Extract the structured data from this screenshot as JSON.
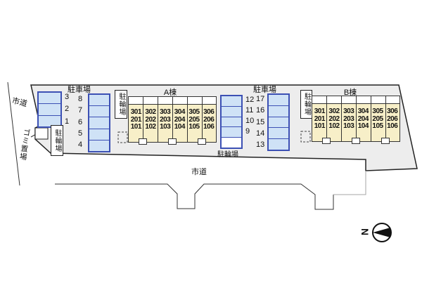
{
  "labels": {
    "road_left": "市道",
    "road_bottom": "市道",
    "garbage": "ゴミ置場",
    "parking_lot_left": "駐車場",
    "parking_lot_right": "駐車場",
    "bike_left": "駐輪場",
    "bike_a": "駐輪場",
    "bike_b": "駐輪場",
    "bike_mid": "駐輪場",
    "building_a": "A棟",
    "building_b": "B棟",
    "compass": "N"
  },
  "parking": {
    "group1": [
      "3",
      "2",
      "1"
    ],
    "group2": [
      "8",
      "7",
      "6",
      "5",
      "4"
    ],
    "group3": [
      "12",
      "11",
      "10",
      "9"
    ],
    "group4": [
      "17",
      "16",
      "15",
      "14",
      "13"
    ]
  },
  "buildings": {
    "a": {
      "name": "A棟",
      "rooms": [
        [
          "301",
          "302",
          "303",
          "304",
          "305",
          "306"
        ],
        [
          "201",
          "202",
          "203",
          "204",
          "205",
          "206"
        ],
        [
          "101",
          "102",
          "103",
          "104",
          "105",
          "106"
        ]
      ]
    },
    "b": {
      "name": "B棟",
      "rooms": [
        [
          "301",
          "302",
          "303",
          "304",
          "305",
          "306"
        ],
        [
          "201",
          "202",
          "203",
          "204",
          "205",
          "206"
        ],
        [
          "101",
          "102",
          "103",
          "104",
          "105",
          "106"
        ]
      ]
    }
  },
  "colors": {
    "site_fill": "#ededed",
    "parking_fill": "#cfe2f6",
    "parking_border": "#3c50b4",
    "building_fill": "#f7efc8",
    "line": "#333333"
  }
}
